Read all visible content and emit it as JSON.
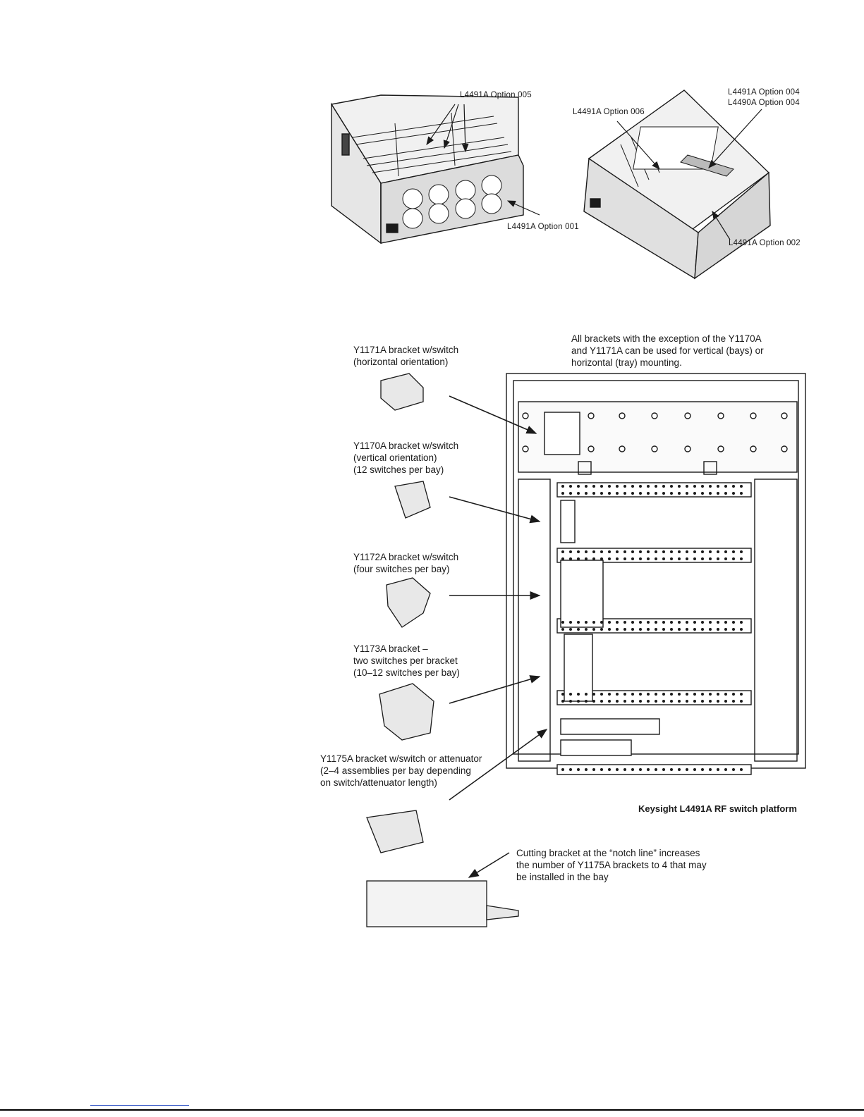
{
  "top_left_figure": {
    "option_005": "L4491A Option 005",
    "option_001": "L4491A Option 001"
  },
  "top_right_figure": {
    "option_004_a": "L4491A Option 004",
    "option_004_b": "L4490A Option 004",
    "option_006": "L4491A Option 006",
    "option_002": "L4491A Option 002"
  },
  "bracket_note": [
    "All brackets with the exception of the Y1170A",
    "and Y1171A can be used for vertical (bays) or",
    "horizontal (tray) mounting."
  ],
  "brackets": [
    {
      "lines": [
        "Y1171A bracket w/switch",
        "(horizontal orientation)"
      ]
    },
    {
      "lines": [
        "Y1170A bracket w/switch",
        "(vertical orientation)",
        "(12 switches per bay)"
      ]
    },
    {
      "lines": [
        "Y1172A bracket w/switch",
        "(four switches per bay)"
      ]
    },
    {
      "lines": [
        "Y1173A bracket –",
        "two switches per bracket",
        "(10–12 switches per bay)"
      ]
    },
    {
      "lines": [
        "Y1175A bracket w/switch or attenuator",
        "(2–4 assemblies per bay depending",
        "on switch/attenuator length)"
      ]
    }
  ],
  "platform_caption": "Keysight L4491A RF switch platform",
  "notch_note": [
    "Cutting bracket at the “notch line” increases",
    "the number of Y1175A brackets to 4 that may",
    "be installed in the bay"
  ],
  "colors": {
    "ink": "#1a1a1a",
    "panel": "#d9d9d9",
    "footer_link": "#3b5cc8"
  }
}
